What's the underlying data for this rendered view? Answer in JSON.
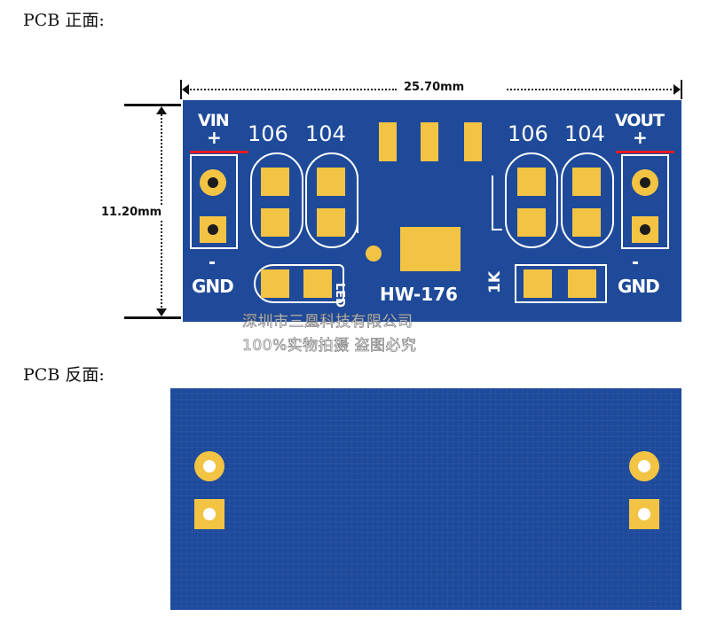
{
  "labels": {
    "front": "PCB 正面:",
    "back": "PCB 反面:"
  },
  "dimensions": {
    "width": "25.70mm",
    "height": "11.20mm"
  },
  "silkscreen": {
    "vin": "VIN",
    "vout": "VOUT",
    "plus": "+",
    "gnd": "GND",
    "cap_left_1": "106",
    "cap_left_2": "104",
    "cap_right_1": "106",
    "cap_right_2": "104",
    "led": "LED",
    "resistor": "1K",
    "model": "HW-176"
  },
  "watermark": {
    "line1": "深圳市三凰科技有限公司",
    "line2": "100%实物拍摄 盗图必究"
  },
  "colors": {
    "board": "#1f4a9a",
    "pad": "#f3c443",
    "silk": "#ffffff",
    "polarity": "#e31b23"
  }
}
